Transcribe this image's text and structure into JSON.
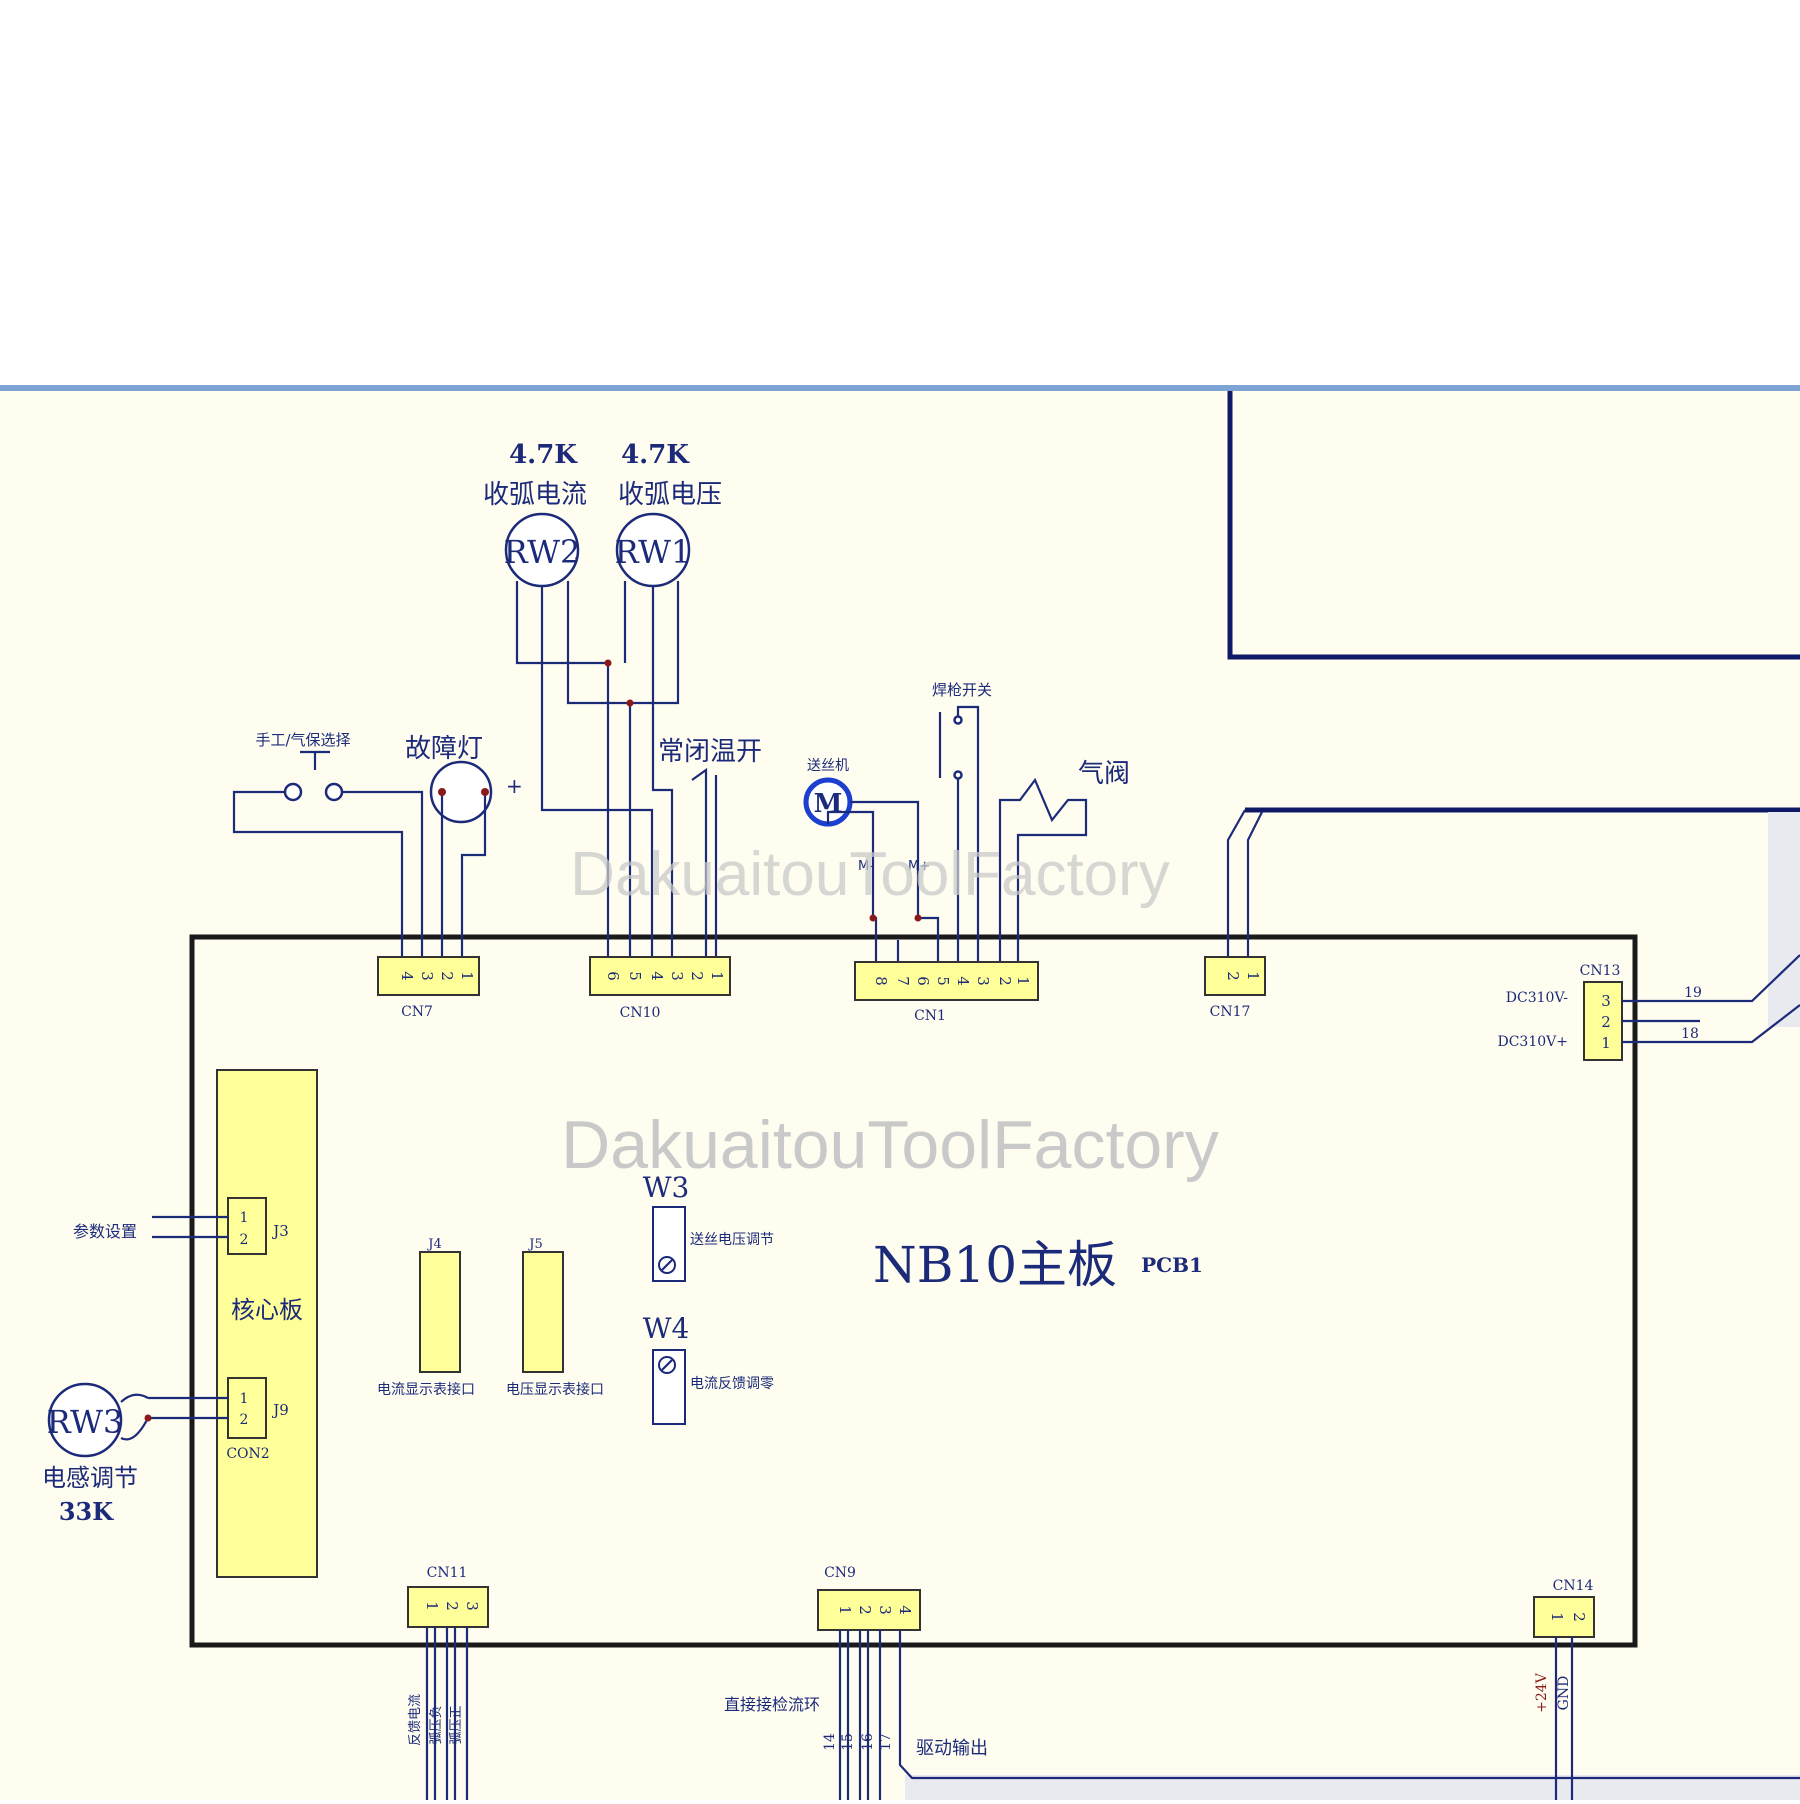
{
  "colors": {
    "page_top": "#ffffff",
    "diagram_bg": "#fffdf0",
    "band": "#7ea4d6",
    "wire": "#1c2a7a",
    "connector_fill": "#ffff99",
    "junction": "#8a1a1a",
    "red_label": "#8a1a1a",
    "watermark": "#c9c9c9"
  },
  "watermark": "DakuaitouToolFactory",
  "board": {
    "title": "NB10主板",
    "pcb": "PCB1"
  },
  "core": {
    "label": "核心板",
    "j3": "J3",
    "j9": "J9",
    "con2": "CON2",
    "param": "参数设置"
  },
  "pots": {
    "rw2": {
      "label": "RW2",
      "value": "4.7K",
      "desc": "收弧电流"
    },
    "rw1": {
      "label": "RW1",
      "value": "4.7K",
      "desc": "收弧电压"
    },
    "rw3": {
      "label": "RW3",
      "value": "33K",
      "desc": "电感调节"
    }
  },
  "components": {
    "manual_select": "手工/气保选择",
    "fault_lamp": "故障灯",
    "plus": "+",
    "nc_thermo": "常闭温开",
    "feeder": "送丝机",
    "motor": "M",
    "m_minus": "M-",
    "m_plus": "M+",
    "torch_switch": "焊枪开关",
    "gas_valve": "气阀"
  },
  "connectors": {
    "cn7": {
      "name": "CN7",
      "pins": [
        "4",
        "3",
        "2",
        "1"
      ]
    },
    "cn10": {
      "name": "CN10",
      "pins": [
        "6",
        "5",
        "4",
        "3",
        "2",
        "1"
      ]
    },
    "cn1": {
      "name": "CN1",
      "pins": [
        "8",
        "7",
        "6",
        "5",
        "4",
        "3",
        "2",
        "1"
      ]
    },
    "cn17": {
      "name": "CN17",
      "pins": [
        "2",
        "1"
      ]
    },
    "cn13": {
      "name": "CN13",
      "pins": [
        "3",
        "2",
        "1"
      ],
      "pin3_label": "DC310V-",
      "pin1_label": "DC310V+",
      "wire_top": "19",
      "wire_bottom": "18"
    },
    "cn11": {
      "name": "CN11",
      "pins": [
        "1",
        "2",
        "3"
      ],
      "wire_labels": [
        "反馈电流",
        "弧压负",
        "弧压正"
      ]
    },
    "cn9": {
      "name": "CN9",
      "pins": [
        "1",
        "2",
        "3",
        "4"
      ],
      "wires": [
        "14",
        "15",
        "16",
        "17"
      ],
      "left_label": "直接接检流环",
      "right_label": "驱动输出"
    },
    "cn14": {
      "name": "CN14",
      "pins": [
        "1",
        "2"
      ],
      "wire_labels": [
        "+24V",
        "GND"
      ]
    },
    "j3": {
      "pins": [
        "1",
        "2"
      ]
    },
    "j9": {
      "pins": [
        "1",
        "2"
      ]
    }
  },
  "interfaces": {
    "j4": {
      "name": "J4",
      "desc": "电流显示表接口"
    },
    "j5": {
      "name": "J5",
      "desc": "电压显示表接口"
    }
  },
  "trimmers": {
    "w3": {
      "name": "W3",
      "desc": "送丝电压调节"
    },
    "w4": {
      "name": "W4",
      "desc": "电流反馈调零"
    }
  }
}
